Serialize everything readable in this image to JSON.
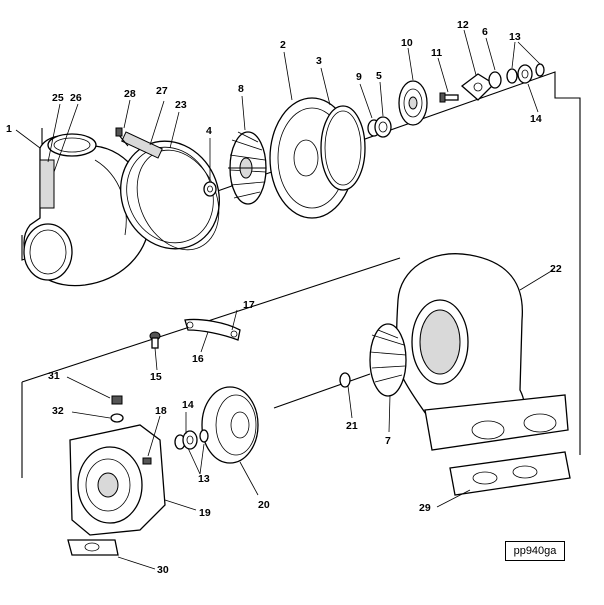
{
  "figure_code": "pp940ga",
  "callouts": [
    "1",
    "2",
    "3",
    "4",
    "5",
    "6",
    "7",
    "8",
    "9",
    "10",
    "11",
    "12",
    "13",
    "14",
    "15",
    "16",
    "17",
    "18",
    "19",
    "20",
    "21",
    "22",
    "23",
    "25",
    "26",
    "27",
    "28",
    "29",
    "30",
    "31",
    "32",
    "13",
    "14",
    "13",
    "14"
  ]
}
